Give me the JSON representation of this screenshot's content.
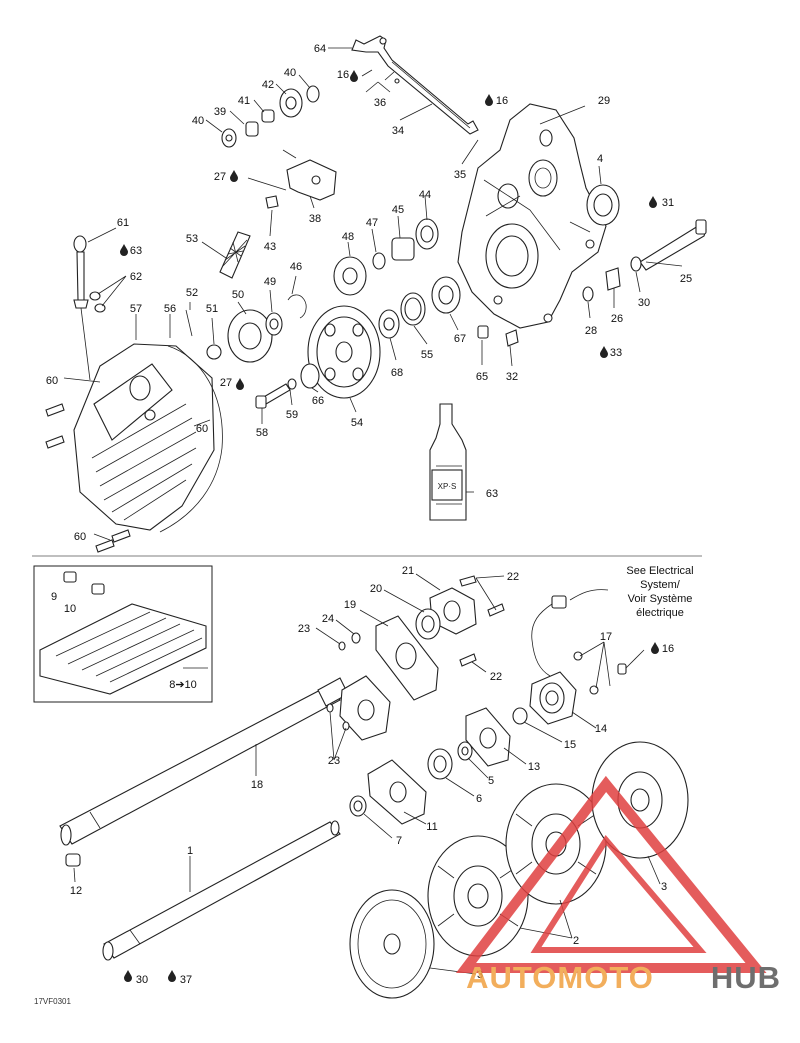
{
  "callouts": [
    {
      "id": "c64",
      "text": "64"
    },
    {
      "id": "c16a",
      "text": "16"
    },
    {
      "id": "c36",
      "text": "36"
    },
    {
      "id": "c16b",
      "text": "16"
    },
    {
      "id": "c29",
      "text": "29"
    },
    {
      "id": "c40a",
      "text": "40"
    },
    {
      "id": "c42",
      "text": "42"
    },
    {
      "id": "c41",
      "text": "41"
    },
    {
      "id": "c39",
      "text": "39"
    },
    {
      "id": "c40b",
      "text": "40"
    },
    {
      "id": "c34",
      "text": "34"
    },
    {
      "id": "c35",
      "text": "35"
    },
    {
      "id": "c27a",
      "text": "27"
    },
    {
      "id": "c38",
      "text": "38"
    },
    {
      "id": "c43",
      "text": "43"
    },
    {
      "id": "c4",
      "text": "4"
    },
    {
      "id": "c31",
      "text": "31"
    },
    {
      "id": "c44",
      "text": "44"
    },
    {
      "id": "c45",
      "text": "45"
    },
    {
      "id": "c47",
      "text": "47"
    },
    {
      "id": "c48",
      "text": "48"
    },
    {
      "id": "c61",
      "text": "61"
    },
    {
      "id": "c63a",
      "text": "63"
    },
    {
      "id": "c62",
      "text": "62"
    },
    {
      "id": "c53",
      "text": "53"
    },
    {
      "id": "c25",
      "text": "25"
    },
    {
      "id": "c30a",
      "text": "30"
    },
    {
      "id": "c26",
      "text": "26"
    },
    {
      "id": "c28",
      "text": "28"
    },
    {
      "id": "c33",
      "text": "33"
    },
    {
      "id": "c57",
      "text": "57"
    },
    {
      "id": "c56",
      "text": "56"
    },
    {
      "id": "c52",
      "text": "52"
    },
    {
      "id": "c50",
      "text": "50"
    },
    {
      "id": "c49",
      "text": "49"
    },
    {
      "id": "c46",
      "text": "46"
    },
    {
      "id": "c51",
      "text": "51"
    },
    {
      "id": "c67",
      "text": "67"
    },
    {
      "id": "c55",
      "text": "55"
    },
    {
      "id": "c65",
      "text": "65"
    },
    {
      "id": "c32",
      "text": "32"
    },
    {
      "id": "c68",
      "text": "68"
    },
    {
      "id": "c60a",
      "text": "60"
    },
    {
      "id": "c27b",
      "text": "27"
    },
    {
      "id": "c66",
      "text": "66"
    },
    {
      "id": "c59",
      "text": "59"
    },
    {
      "id": "c58",
      "text": "58"
    },
    {
      "id": "c54",
      "text": "54"
    },
    {
      "id": "c60b",
      "text": "60"
    },
    {
      "id": "c63b",
      "text": "63"
    },
    {
      "id": "c60c",
      "text": "60"
    },
    {
      "id": "c21",
      "text": "21"
    },
    {
      "id": "c22a",
      "text": "22"
    },
    {
      "id": "c20",
      "text": "20"
    },
    {
      "id": "c9",
      "text": "9"
    },
    {
      "id": "c10",
      "text": "10"
    },
    {
      "id": "c19",
      "text": "19"
    },
    {
      "id": "c24",
      "text": "24"
    },
    {
      "id": "c23a",
      "text": "23"
    },
    {
      "id": "c17",
      "text": "17"
    },
    {
      "id": "c16c",
      "text": "16"
    },
    {
      "id": "c22b",
      "text": "22"
    },
    {
      "id": "c810",
      "text": "8➔10"
    },
    {
      "id": "c14",
      "text": "14"
    },
    {
      "id": "c15",
      "text": "15"
    },
    {
      "id": "c13",
      "text": "13"
    },
    {
      "id": "c23b",
      "text": "23"
    },
    {
      "id": "c18",
      "text": "18"
    },
    {
      "id": "c5",
      "text": "5"
    },
    {
      "id": "c6",
      "text": "6"
    },
    {
      "id": "c11",
      "text": "11"
    },
    {
      "id": "c7",
      "text": "7"
    },
    {
      "id": "c1",
      "text": "1"
    },
    {
      "id": "c12",
      "text": "12"
    },
    {
      "id": "c3a",
      "text": "3"
    },
    {
      "id": "c2",
      "text": "2"
    },
    {
      "id": "c30b",
      "text": "30"
    },
    {
      "id": "c37",
      "text": "37"
    },
    {
      "id": "c3b",
      "text": "3"
    }
  ],
  "note": {
    "line1": "See Electrical",
    "line2": "System/",
    "line3": "Voir Système",
    "line4": "électrique"
  },
  "bottle_label": "XP·S",
  "diagram_code": "17VF0301",
  "watermark": {
    "part1": "AUTOMOTO",
    "part2": "HUB",
    "color_accent": "#f0a040",
    "color_dark": "#555555",
    "triangle_color": "#e04040"
  }
}
